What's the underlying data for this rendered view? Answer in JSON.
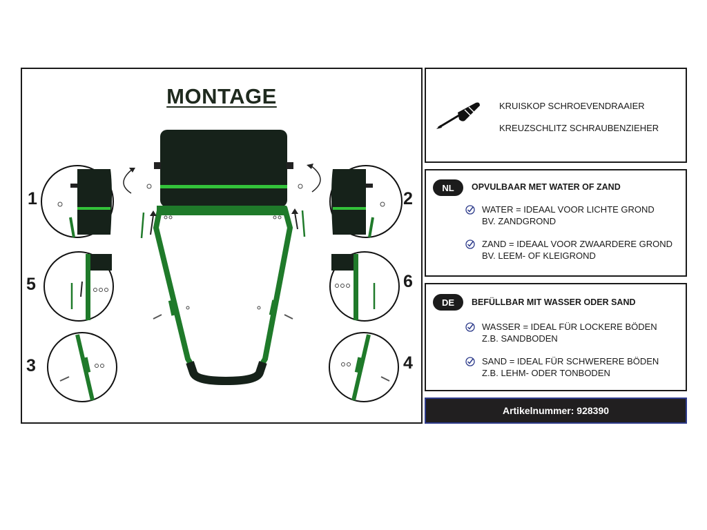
{
  "montage": {
    "title": "MONTAGE",
    "steps": [
      "1",
      "2",
      "5",
      "6",
      "3",
      "4"
    ]
  },
  "tools": {
    "icon": "screwdriver-icon",
    "line_nl": "KRUISKOP SCHROEVENDRAAIER",
    "line_de": "KREUZSCHLITZ SCHRAUBENZIEHER"
  },
  "nl": {
    "badge": "NL",
    "heading": "OPVULBAAR MET WATER OF ZAND",
    "items": [
      {
        "line1": "WATER = IDEAAL VOOR LICHTE GROND",
        "line2": "BV. ZANDGROND"
      },
      {
        "line1": "ZAND = IDEAAL VOOR ZWAARDERE GROND",
        "line2": "BV. LEEM- OF KLEIGROND"
      }
    ]
  },
  "de": {
    "badge": "DE",
    "heading": "BEFÜLLBAR MIT WASSER ODER SAND",
    "items": [
      {
        "line1": "WASSER = IDEAL FÜR LOCKERE BÖDEN",
        "line2": "Z.B. SANDBODEN"
      },
      {
        "line1": "SAND = IDEAL FÜR SCHWERERE BÖDEN",
        "line2": "Z.B. LEHM- ODER TONBODEN"
      }
    ]
  },
  "article": {
    "label": "Artikelnummer: 928390"
  },
  "colors": {
    "frame_green": "#1f7a2a",
    "bright_green": "#33c23a",
    "roller_dark": "#16221a",
    "bar_bg": "#211f20"
  }
}
